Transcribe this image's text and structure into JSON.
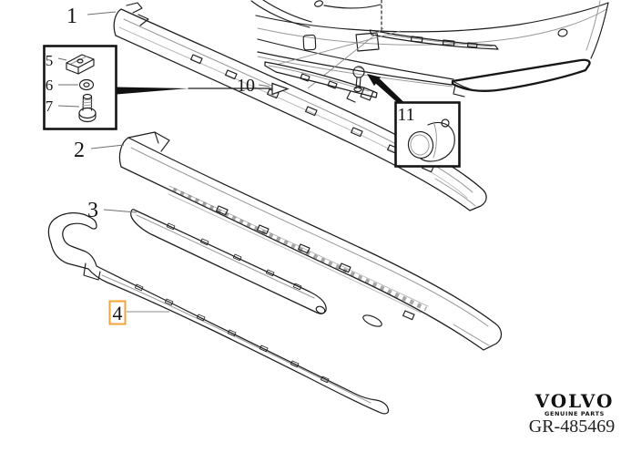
{
  "diagram": {
    "drawing_code": "GR-485469",
    "brand": {
      "wordmark": "VOLVO",
      "tagline": "GENUINE PARTS"
    },
    "colors": {
      "line": "#1d1d1d",
      "secondary_line": "#9a9a9a",
      "leader_line": "#6f6f6f",
      "highlight": "#f2a33c",
      "background": "#ffffff"
    },
    "callouts": [
      {
        "id": "1",
        "label": "1"
      },
      {
        "id": "2",
        "label": "2"
      },
      {
        "id": "3",
        "label": "3"
      },
      {
        "id": "4",
        "label": "4",
        "highlighted": true
      },
      {
        "id": "5",
        "label": "5"
      },
      {
        "id": "6",
        "label": "6"
      },
      {
        "id": "7",
        "label": "7"
      },
      {
        "id": "10",
        "label": "10"
      },
      {
        "id": "11",
        "label": "11"
      }
    ]
  }
}
